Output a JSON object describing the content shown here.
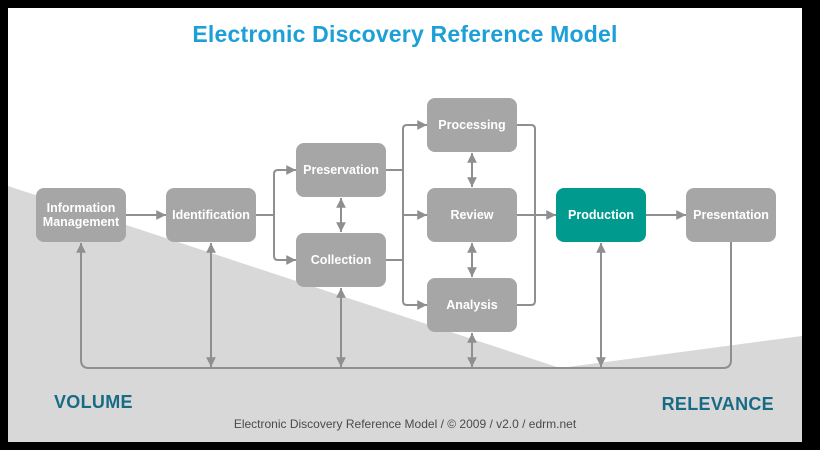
{
  "title": "Electronic Discovery Reference Model",
  "footer": "Electronic Discovery Reference Model / © 2009 / v2.0 / edrm.net",
  "axis_labels": {
    "left": "VOLUME",
    "right": "RELEVANCE"
  },
  "boxes": [
    {
      "id": "information-management",
      "label": "Information Management",
      "highlighted": false
    },
    {
      "id": "identification",
      "label": "Identification",
      "highlighted": false
    },
    {
      "id": "preservation",
      "label": "Preservation",
      "highlighted": false
    },
    {
      "id": "collection",
      "label": "Collection",
      "highlighted": false
    },
    {
      "id": "processing",
      "label": "Processing",
      "highlighted": false
    },
    {
      "id": "review",
      "label": "Review",
      "highlighted": false
    },
    {
      "id": "analysis",
      "label": "Analysis",
      "highlighted": false
    },
    {
      "id": "production",
      "label": "Production",
      "highlighted": true
    },
    {
      "id": "presentation",
      "label": "Presentation",
      "highlighted": false
    }
  ],
  "flow": [
    "Information Management → Identification",
    "Identification → Preservation / Collection",
    "Preservation ↔ Collection",
    "Preservation / Collection → Processing / Review / Analysis",
    "Processing ↔ Review",
    "Review ↔ Analysis",
    "Processing / Review / Analysis → Production",
    "Production → Presentation",
    "Feedback loop along bottom: Presentation back to Information Management",
    "Identification / Collection / Analysis / Production ↔ feedback line"
  ],
  "colors": {
    "title-blue": "#1d9fd8",
    "stage-gray": "#a6a6a6",
    "highlight-teal": "#009b8e",
    "connector-gray": "#8f8f8f",
    "wedge-gray": "#d8d8d8",
    "axis-label-teal": "#186b85",
    "footer-gray": "#4a4a4a",
    "frame-black": "#000000"
  }
}
